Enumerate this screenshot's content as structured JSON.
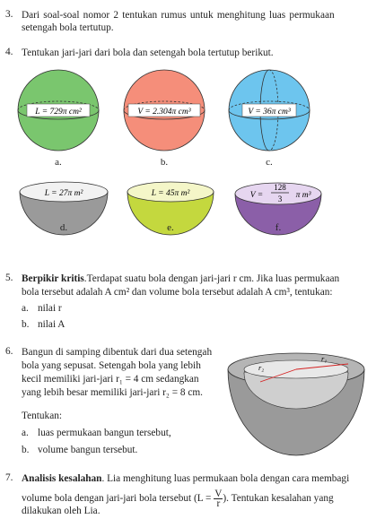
{
  "q3": {
    "num": "3.",
    "line1": "Dari soal-soal nomor 2 tentukan rumus untuk menghitung luas permukaan",
    "line2": "setengah bola tertutup."
  },
  "q4": {
    "num": "4.",
    "text": "Tentukan jari-jari dari bola dan setengah bola tertutup berikut.",
    "spheres": [
      {
        "label": "L = 729π cm²",
        "caption": "a.",
        "color": "#7ac66e"
      },
      {
        "label": "V = 2.304π cm³",
        "caption": "b.",
        "color": "#f58e7a"
      },
      {
        "label": "V = 36π cm³",
        "caption": "c.",
        "color": "#6dc5ee"
      }
    ],
    "hemis": [
      {
        "label": "L = 27π m²",
        "caption": "d.",
        "color": "#9a9a9a"
      },
      {
        "label": "L = 45π m²",
        "caption": "e.",
        "color": "#c4d83e"
      },
      {
        "label_prefix": "V =",
        "frac_top": "128",
        "frac_bottom": "3",
        "label_suffix": "π m³",
        "caption": "f.",
        "color": "#8b5fa8"
      }
    ]
  },
  "q5": {
    "num": "5.",
    "bold": "Berpikir kritis",
    "line1": ".Terdapat suatu bola dengan jari-jari r cm. Jika luas permukaan",
    "line2": "bola tersebut adalah A cm² dan volume bola tersebut adalah A cm³, tentukan:",
    "a_label": "a.",
    "a_text": "nilai r",
    "b_label": "b.",
    "b_text": "nilai A"
  },
  "q6": {
    "num": "6.",
    "lines": [
      "Bangun di samping dibentuk dari dua setengah",
      "bola yang sepusat. Setengah bola yang lebih",
      "kecil memiliki jari-jari r₁ = 4 cm sedangkan",
      "yang lebih besar memiliki jari-jari r₂ = 8 cm."
    ],
    "prompt": "Tentukan:",
    "a_label": "a.",
    "a_text": "luas permukaan bangun tersebut,",
    "b_label": "b.",
    "b_text": "volume bangun tersebut.",
    "r1_label": "r₁",
    "r2_label": "r₂"
  },
  "q7": {
    "num": "7.",
    "bold": "Analisis kesalahan",
    "line1": ". Lia menghitung luas permukaan bola dengan cara membagi",
    "line2_pre": "volume bola dengan jari-jari bola tersebut (L =",
    "frac_top": "V",
    "frac_bottom": "r",
    "line2_post": "). Tentukan kesalahan yang",
    "line3": "dilakukan oleh Lia."
  }
}
